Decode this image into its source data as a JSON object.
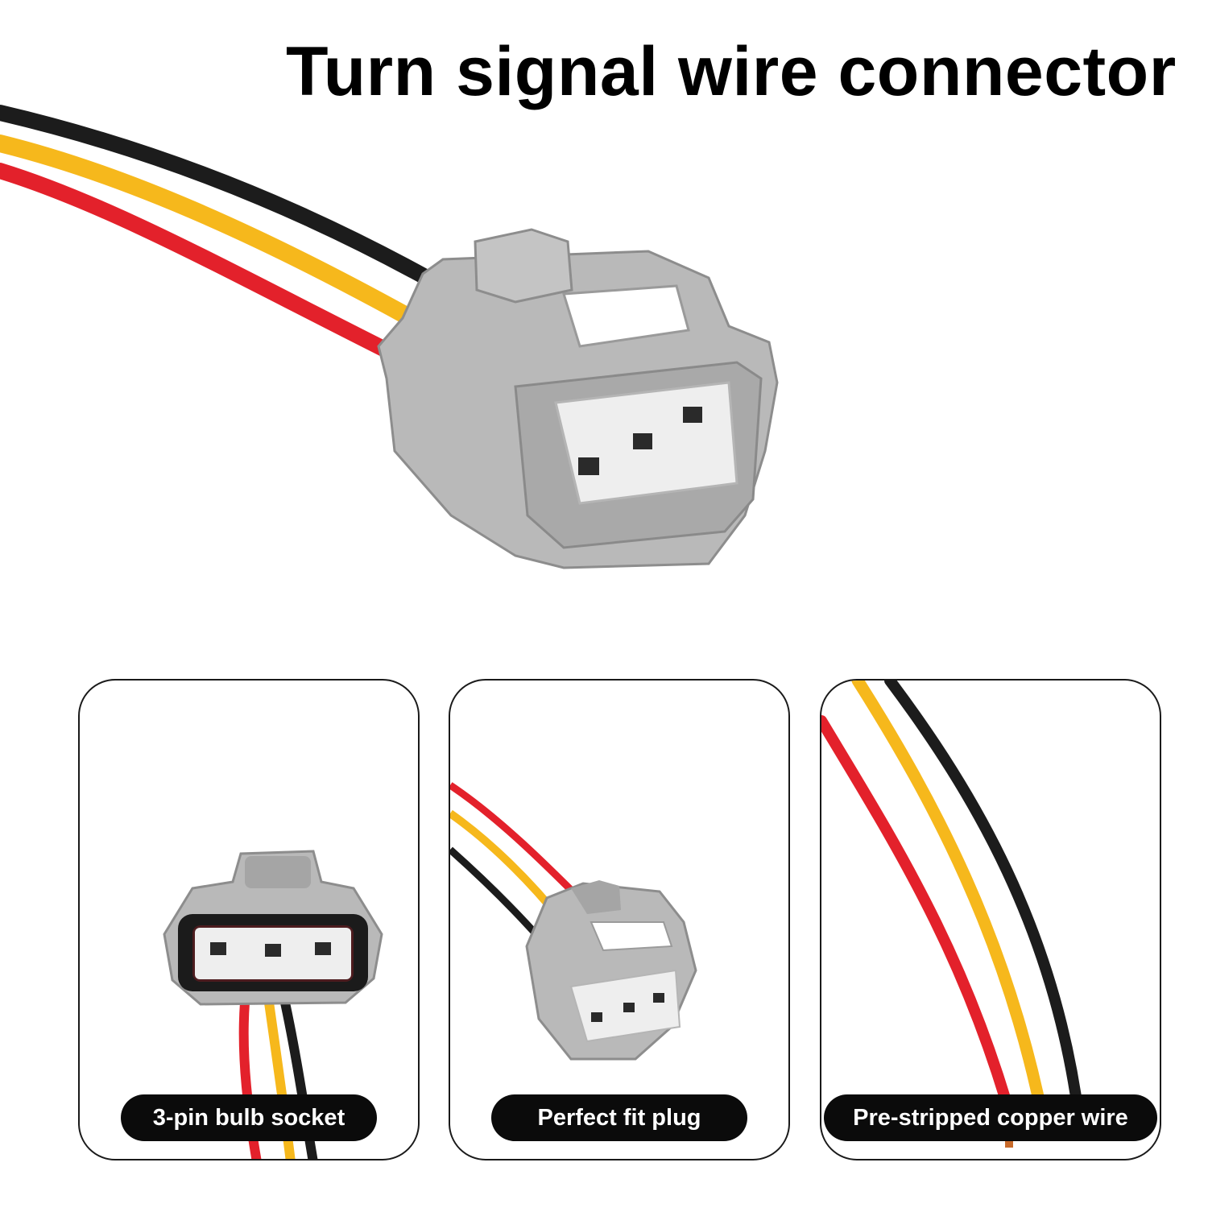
{
  "title": "Turn signal wire connector",
  "colors": {
    "wire_black": "#1c1c1c",
    "wire_yellow": "#f6b81c",
    "wire_red": "#e3212b",
    "connector_gray": "#b9b9b9",
    "insert_white": "#eeeeee",
    "label_bg": "#0b0b0b"
  },
  "features": [
    {
      "label": "3-pin bulb socket"
    },
    {
      "label": "Perfect fit plug"
    },
    {
      "label": "Pre-stripped copper wire"
    }
  ]
}
